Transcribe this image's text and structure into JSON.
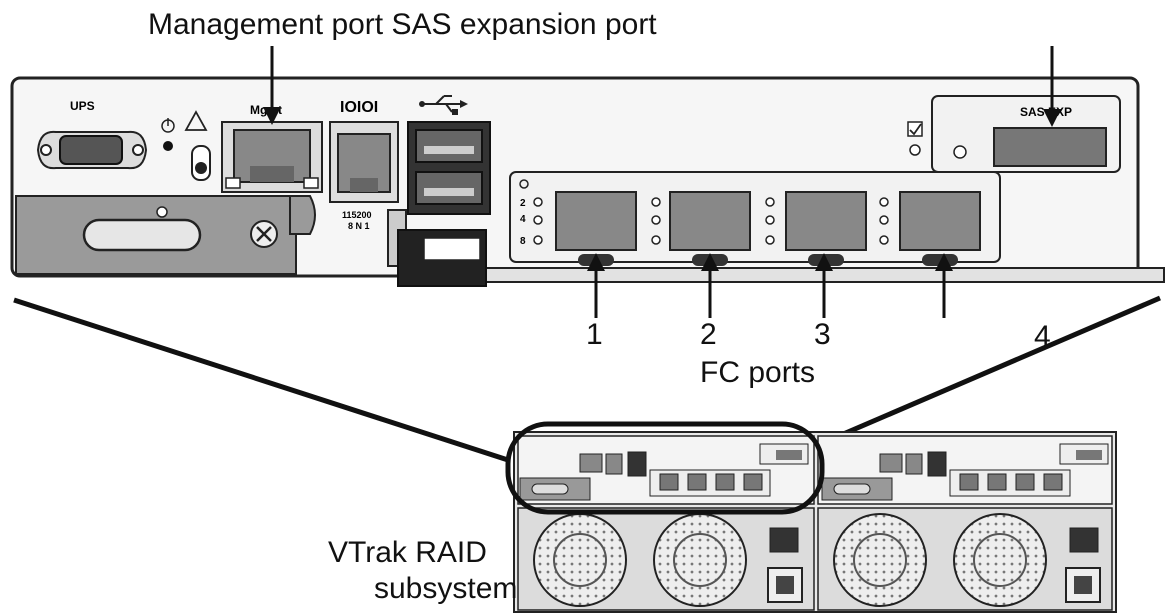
{
  "callouts": {
    "title": "Management port SAS expansion port",
    "fc_caption": "FC ports",
    "port_numbers": [
      "1",
      "2",
      "3",
      "4"
    ],
    "vtrak_line1": "VTrak RAID",
    "vtrak_line2": "subsystem"
  },
  "panel_labels": {
    "ups": "UPS",
    "mgmt": "Mgmt",
    "serial": "IOIOI",
    "serial_speed_1": "115200",
    "serial_speed_2": "8 N 1",
    "sas_exp": "SAS EXP",
    "speed_labels": [
      "2",
      "4",
      "8"
    ]
  },
  "icons": [
    "usb-icon",
    "warning-icon",
    "power-icon",
    "checkbox-icon",
    "screw-icon"
  ]
}
